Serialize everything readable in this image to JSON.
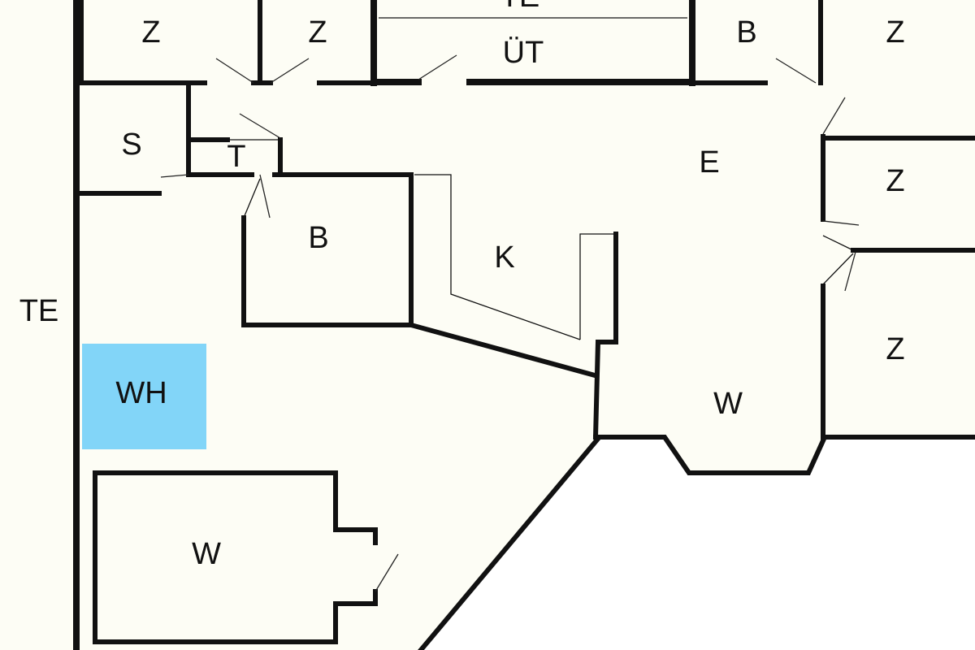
{
  "colors": {
    "floor": "#fdfdf5",
    "wall": "#111111",
    "highlight": "#82d5f8"
  },
  "rooms": {
    "te_left": "TE",
    "te_top": "TE",
    "ut": "ÜT",
    "z_top_left": "Z",
    "z_top_mid": "Z",
    "b_top": "B",
    "z_top_right": "Z",
    "s": "S",
    "t": "T",
    "e": "E",
    "z_right_1": "Z",
    "b_center": "B",
    "k": "K",
    "z_right_2": "Z",
    "wh": "WH",
    "w_right": "W",
    "w_bottom": "W"
  }
}
